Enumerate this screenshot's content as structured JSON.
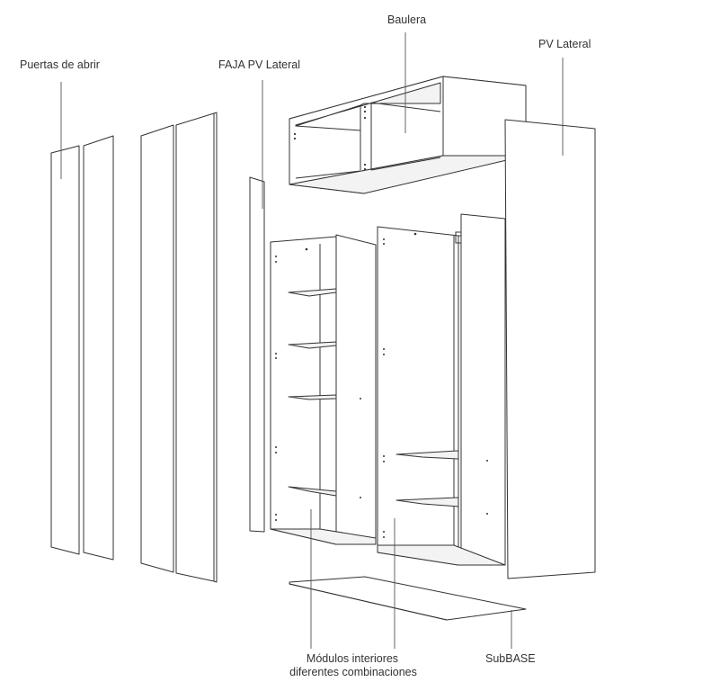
{
  "labels": {
    "puertas": "Puertas de abrir",
    "faja": "FAJA PV Lateral",
    "baulera": "Baulera",
    "pv_lateral": "PV Lateral",
    "modulos_l1": "Módulos interiores",
    "modulos_l2": "diferentes combinaciones",
    "subbase": "SubBASE"
  },
  "colors": {
    "stroke": "#333333",
    "text": "#333333",
    "background": "#ffffff"
  }
}
